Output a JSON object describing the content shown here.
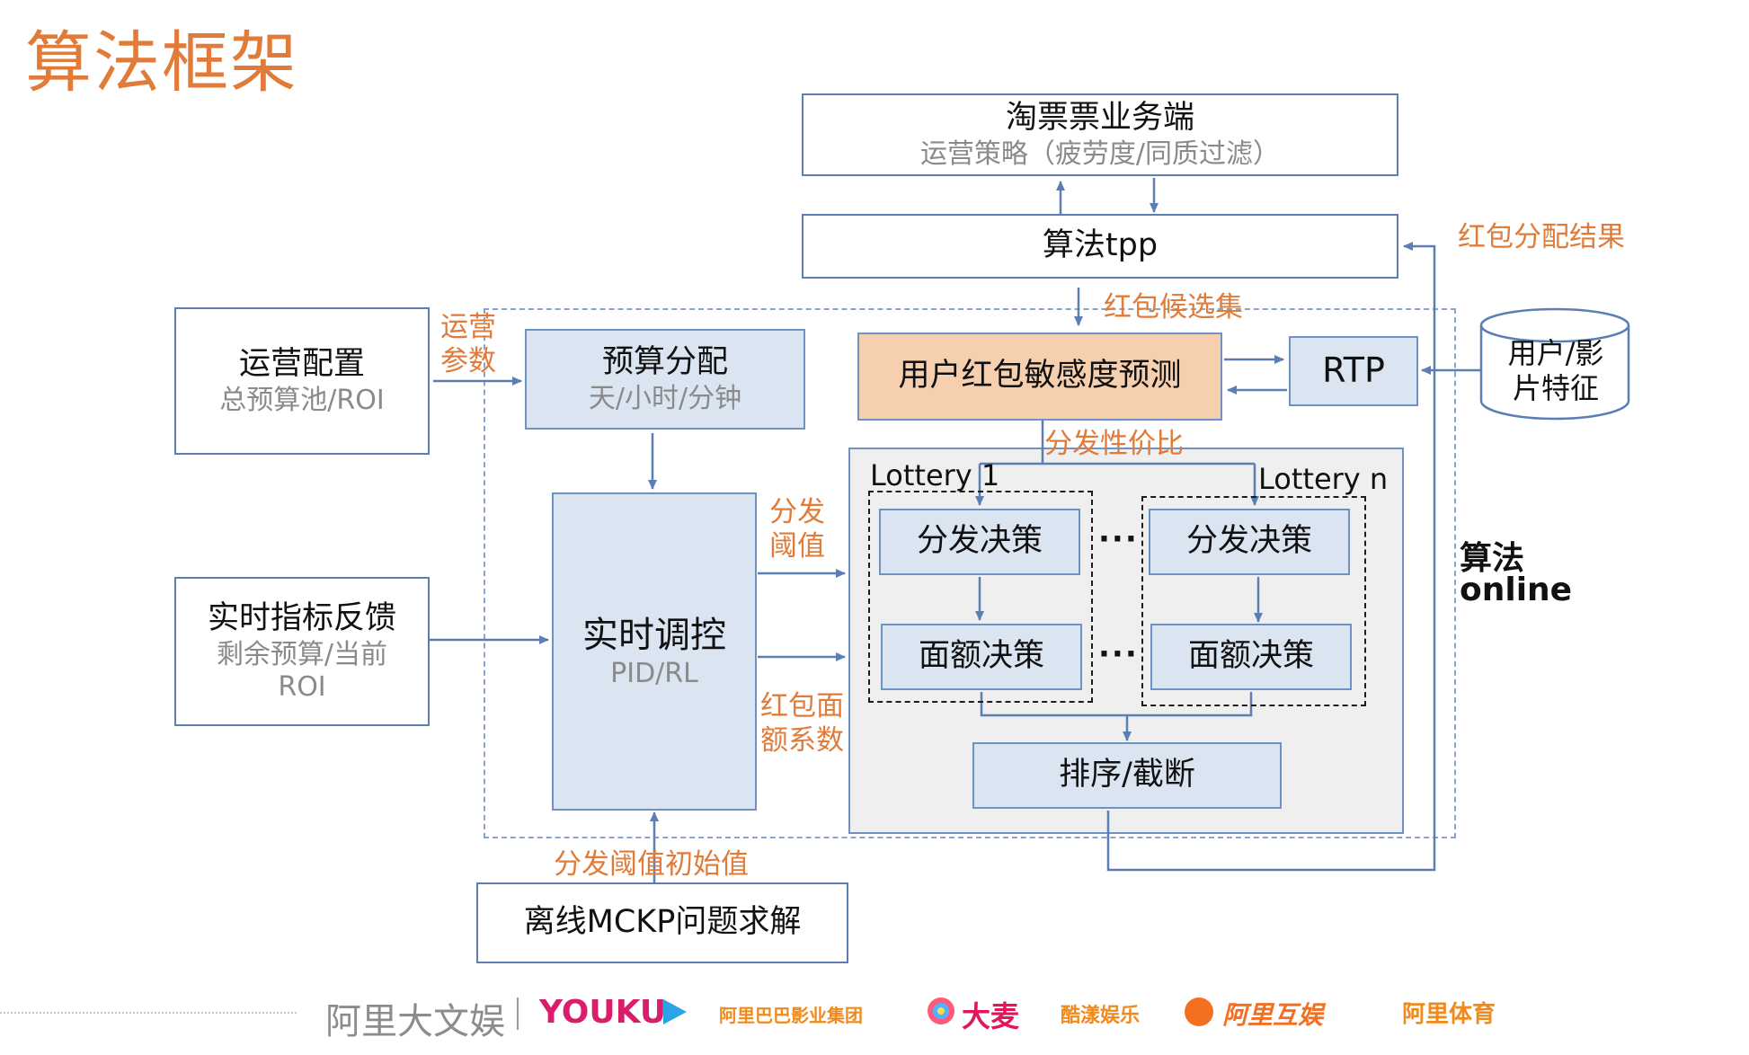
{
  "title": "算法框架",
  "boxes": {
    "taopiao": {
      "main": "淘票票业务端",
      "sub": "运营策略（疲劳度/同质过滤）"
    },
    "tpp": {
      "main": "算法tpp"
    },
    "yunying": {
      "main": "运营配置",
      "sub": "总预算池/ROI"
    },
    "yusuan": {
      "main": "预算分配",
      "sub": "天/小时/分钟"
    },
    "sensitivity": {
      "main": "用户红包敏感度预测"
    },
    "rtp": {
      "main": "RTP"
    },
    "userfeat": {
      "main": "用户/影片特征"
    },
    "feedback": {
      "main": "实时指标反馈",
      "sub": "剩余预算/当前ROI"
    },
    "realtime": {
      "main": "实时调控",
      "sub": "PID/RL"
    },
    "lottery1_label": "Lottery 1",
    "lotteryn_label": "Lottery n",
    "fenfa1": "分发决策",
    "fenfan": "分发决策",
    "mian1": "面额决策",
    "mianm": "面额决策",
    "sort": "排序/截断",
    "offline": "离线MCKP问题求解"
  },
  "labels": {
    "hongbao_result": "红包分配结果",
    "candidates": "红包候选集",
    "op_params_1": "运营",
    "op_params_2": "参数",
    "xingjiabi": "分发性价比",
    "threshold_1": "分发",
    "threshold_2": "阈值",
    "coef_1": "红包面",
    "coef_2": "额系数",
    "init_threshold": "分发阈值初始值",
    "online_1": "算法",
    "online_2": "online",
    "ellipsis": "···"
  },
  "footer": {
    "brand": "阿里大文娱",
    "logos": [
      "YOUKU",
      "阿里巴巴影业集团",
      "大麦",
      "酷漾娱乐",
      "阿里互娱",
      "阿里体育"
    ]
  },
  "colors": {
    "accent": "#e07b39",
    "line": "#5b7fb5",
    "box_blue": "#dbe5f2",
    "box_peach": "#f6cfae"
  }
}
